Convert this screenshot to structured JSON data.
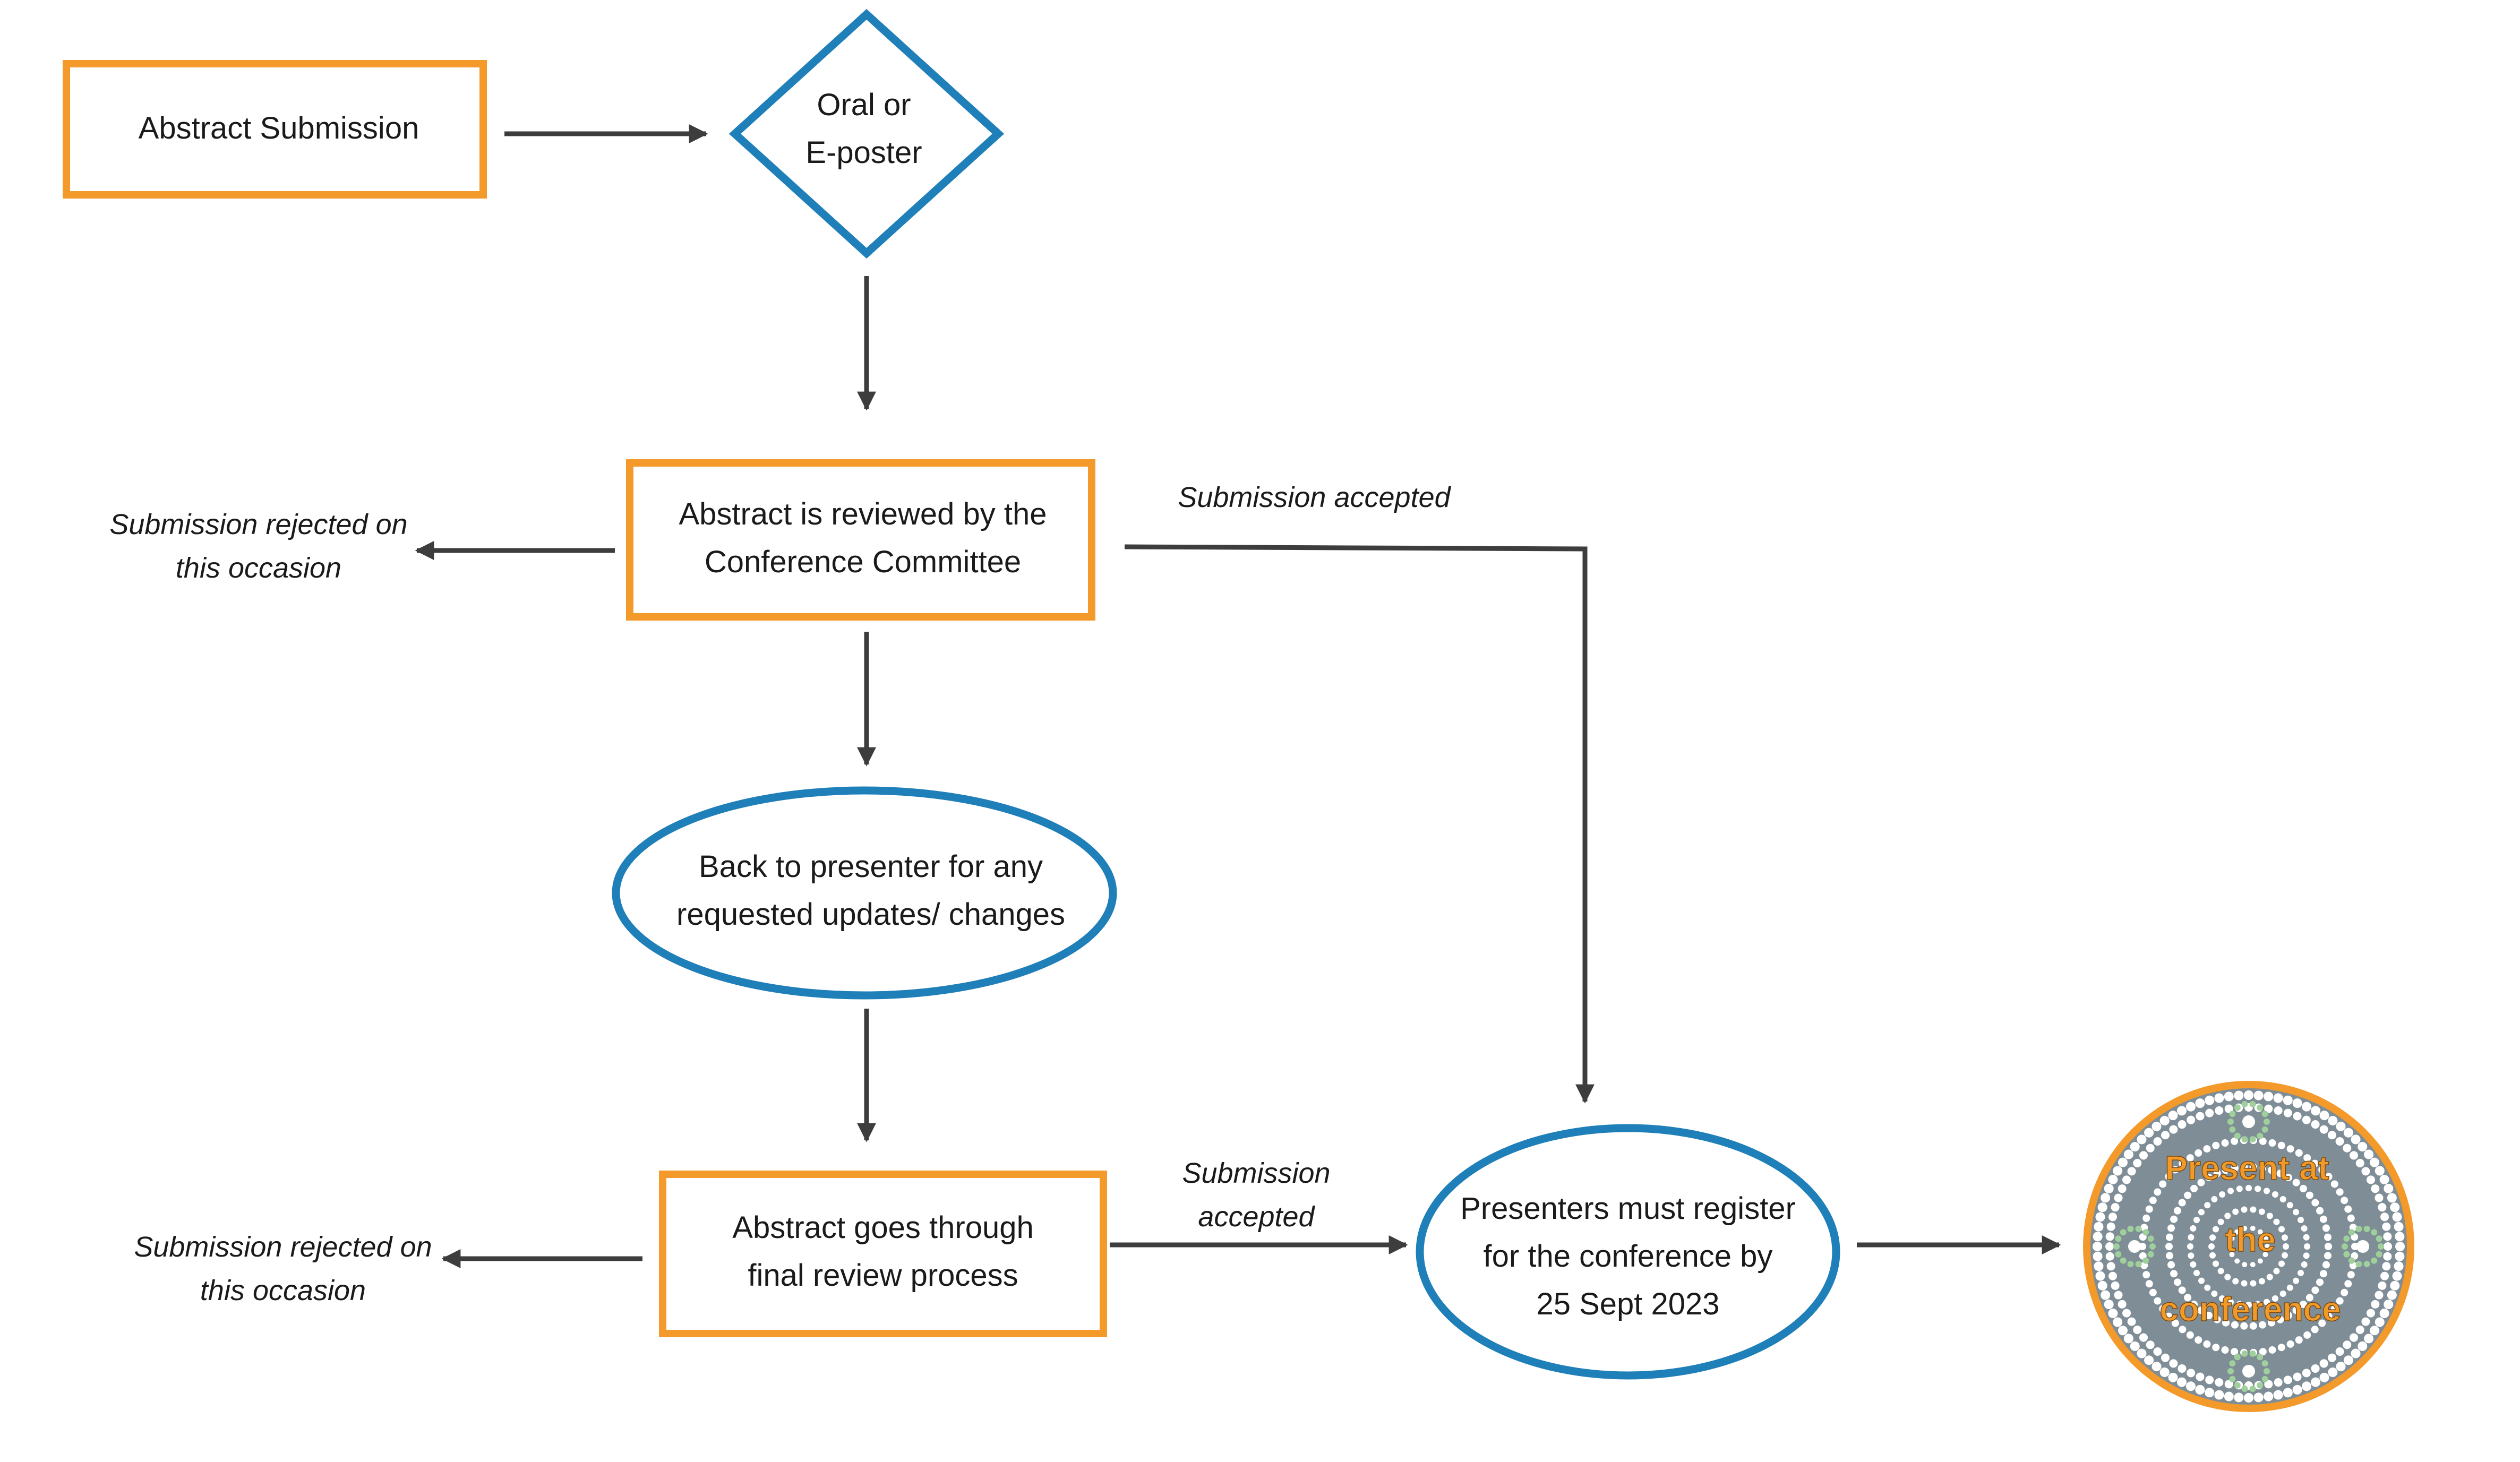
{
  "colors": {
    "orange": "#f39a2b",
    "blue": "#1f7fb8",
    "arrow": "#3d3d3d",
    "text": "#1a1a1a",
    "medal_bg": "#7f8d97"
  },
  "nodes": {
    "abstract_submission": "Abstract Submission",
    "oral_or_eposter": [
      "Oral or",
      "E-poster"
    ],
    "review": [
      "Abstract is reviewed by the",
      "Conference Committee"
    ],
    "back_to_presenter": [
      "Back to presenter for any",
      "requested updates/ changes"
    ],
    "final_review": [
      "Abstract goes through",
      "final review process"
    ],
    "register": [
      "Presenters must register",
      "for the conference by",
      "25 Sept 2023"
    ],
    "present": [
      "Present at",
      "the",
      "conference"
    ]
  },
  "labels": {
    "accepted_top": "Submission accepted",
    "rejected_top": [
      "Submission rejected on",
      "this occasion"
    ],
    "rejected_bottom": [
      "Submission rejected on",
      "this occasion"
    ],
    "accepted_bottom": [
      "Submission",
      "accepted"
    ]
  }
}
